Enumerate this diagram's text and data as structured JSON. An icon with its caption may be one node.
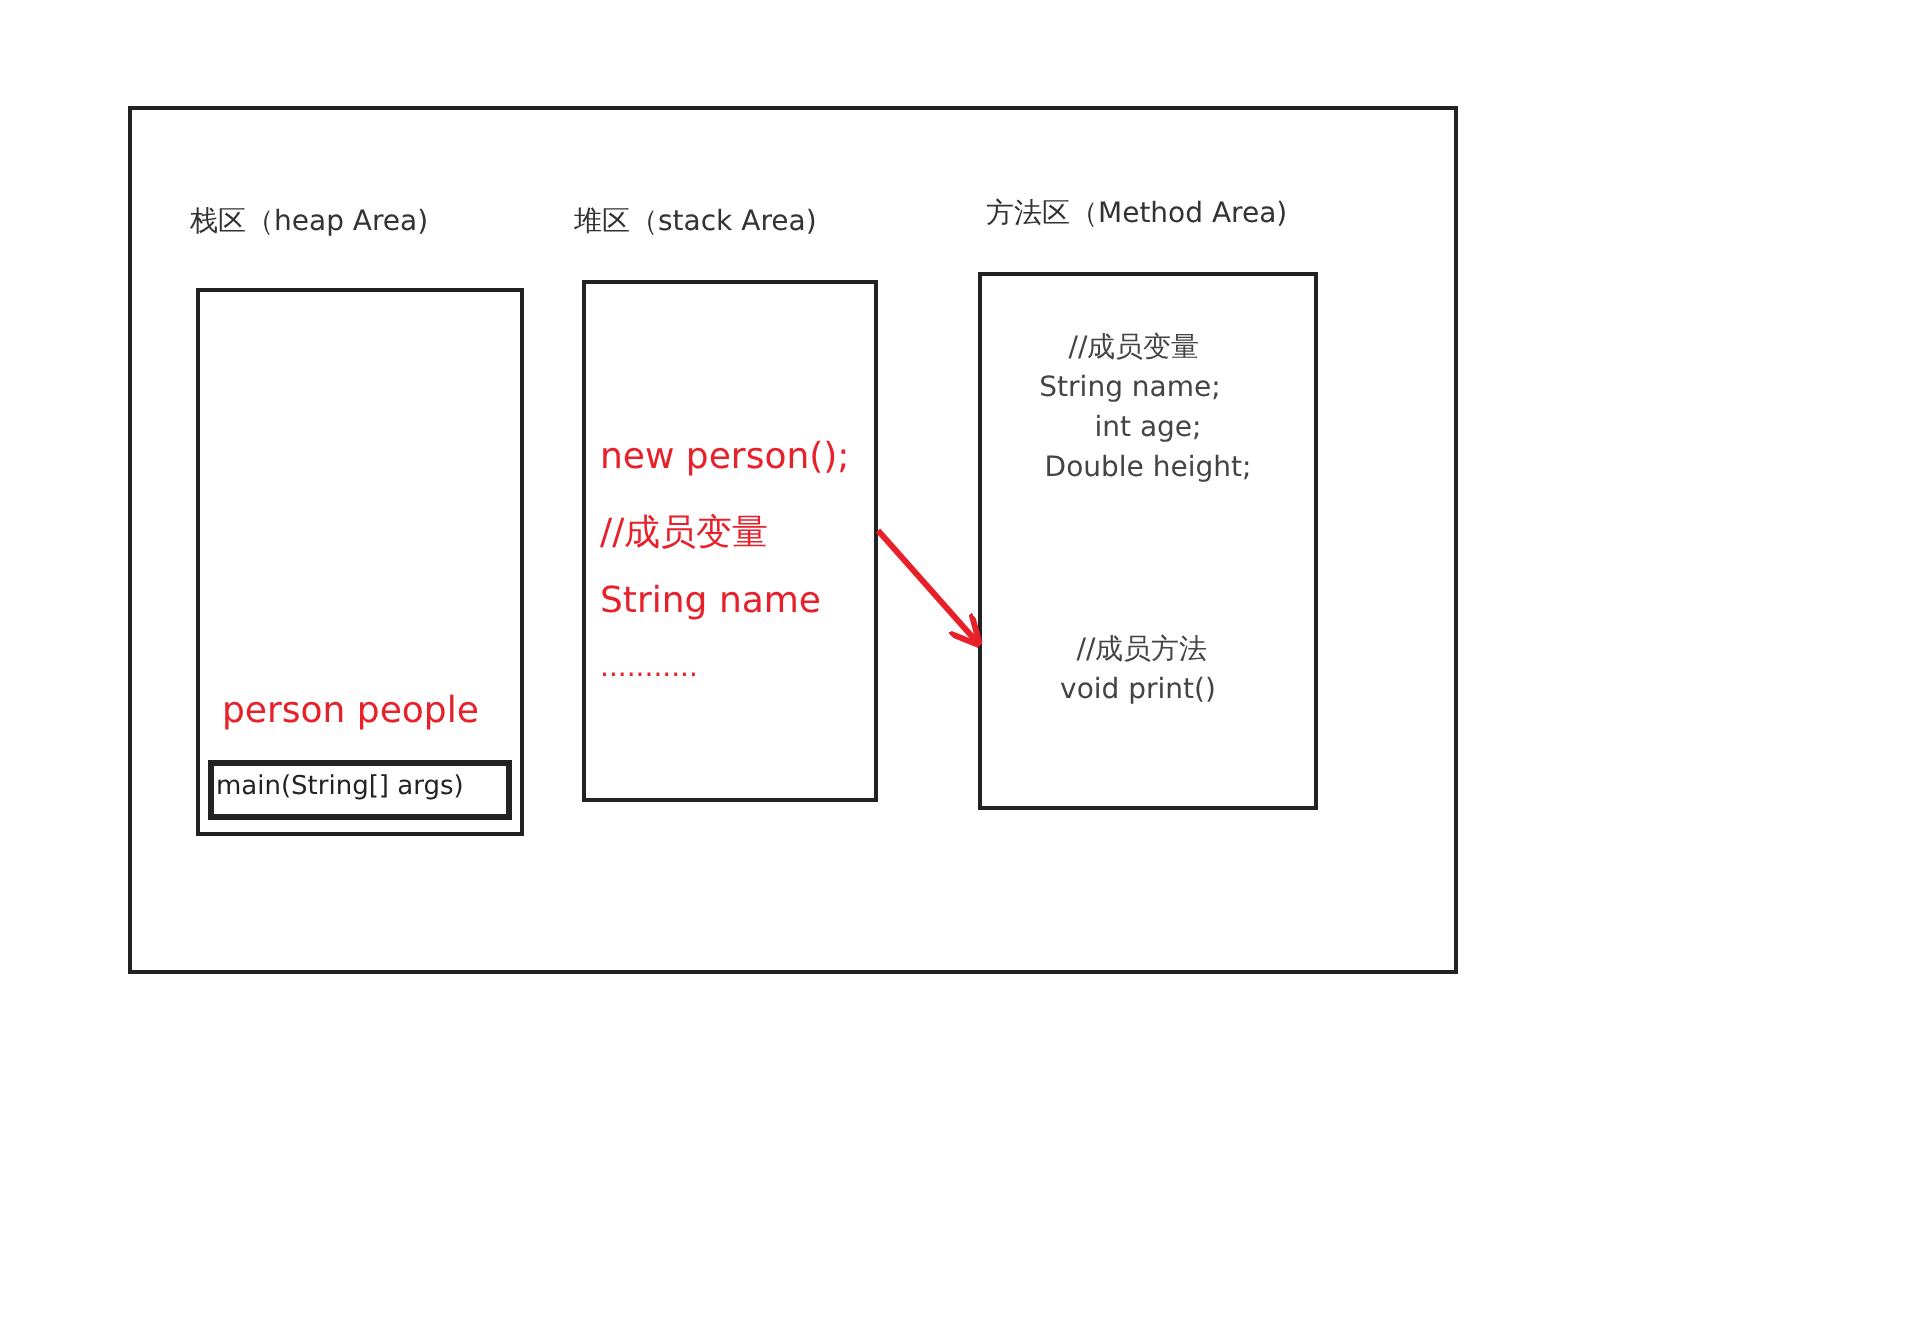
{
  "diagram": {
    "nodes": [
      {
        "text": [],
        "shape": "box"
      },
      {
        "text": [
          "栈区（heap Area)",
          "person people"
        ],
        "in": 0
      },
      {
        "text": [
          "main(String[] args)"
        ],
        "in": 1
      },
      {
        "text": [
          "堆区（stack Area)",
          "new person();",
          "//成员变量",
          "String name",
          "..........."
        ],
        "in": 0
      },
      {
        "text": [
          "方法区（Method Area)",
          "//成员变量",
          "String name;",
          "int age;",
          "Double height;",
          "//成员方法",
          "void print()"
        ],
        "in": 0
      }
    ],
    "edges": [
      {
        "from": 3,
        "to": 4,
        "arrow": "to",
        "color": "#e8202a"
      }
    ]
  }
}
